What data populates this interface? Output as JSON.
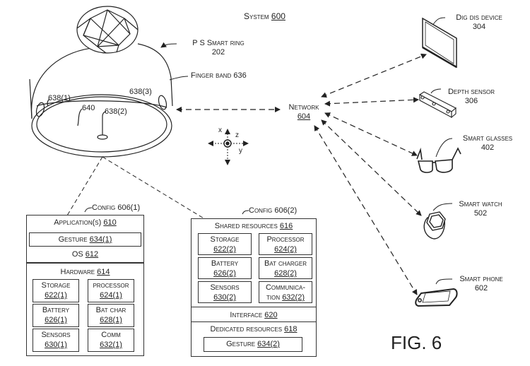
{
  "title": {
    "text": "System",
    "ref": "600"
  },
  "figure_label": "FIG. 6",
  "ring": {
    "name": "P S Smart ring",
    "ref": "202",
    "finger_band": "Finger band 636",
    "sensors": [
      "638(1)",
      "638(2)",
      "638(3)"
    ],
    "surface": "640"
  },
  "axes": {
    "x": "x",
    "y": "y",
    "z": "z"
  },
  "network": {
    "name": "Network",
    "ref": "604"
  },
  "devices": [
    {
      "name": "Dig dis device",
      "ref": "304",
      "icon": "display-icon"
    },
    {
      "name": "Depth sensor",
      "ref": "306",
      "icon": "depth-sensor-icon"
    },
    {
      "name": "Smart glasses",
      "ref": "402",
      "icon": "glasses-icon"
    },
    {
      "name": "Smart watch",
      "ref": "502",
      "icon": "watch-icon"
    },
    {
      "name": "Smart phone",
      "ref": "602",
      "icon": "phone-icon"
    }
  ],
  "config1": {
    "label": "Config 606(1)",
    "applications": {
      "text": "Application(s)",
      "ref": "610"
    },
    "gesture": {
      "text": "Gesture",
      "ref": "634(1)"
    },
    "os": {
      "text": "OS",
      "ref": "612"
    },
    "hardware": {
      "text": "Hardware",
      "ref": "614"
    },
    "cells": [
      {
        "name": "Storage",
        "ref": "622(1)"
      },
      {
        "name": "processor",
        "ref": "624(1)"
      },
      {
        "name": "Battery",
        "ref": "626(1)"
      },
      {
        "name": "Bat char",
        "ref": "628(1)"
      },
      {
        "name": "Sensors",
        "ref": "630(1)"
      },
      {
        "name": "Comm",
        "ref": "632(1)"
      }
    ]
  },
  "config2": {
    "label": "Config 606(2)",
    "shared": {
      "text": "Shared resources",
      "ref": "616"
    },
    "cells": [
      {
        "name": "Storage",
        "ref": "622(2)"
      },
      {
        "name": "Processor",
        "ref": "624(2)"
      },
      {
        "name": "Battery",
        "ref": "626(2)"
      },
      {
        "name": "Bat charger",
        "ref": "628(2)"
      },
      {
        "name": "Sensors",
        "ref": "630(2)"
      },
      {
        "name": "Communica-",
        "name2": "tion",
        "ref": "632(2)"
      }
    ],
    "interface": {
      "text": "Interface",
      "ref": "620"
    },
    "dedicated": {
      "text": "Dedicated resources",
      "ref": "618"
    },
    "gesture": {
      "text": "Gesture",
      "ref": "634(2)"
    }
  }
}
